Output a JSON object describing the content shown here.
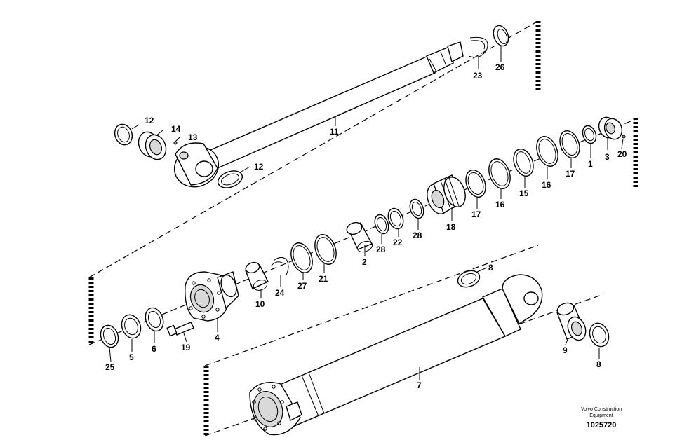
{
  "diagram": {
    "labels": [
      "1",
      "2",
      "3",
      "4",
      "5",
      "6",
      "7",
      "8",
      "8",
      "9",
      "10",
      "11",
      "12",
      "12",
      "13",
      "14",
      "15",
      "16",
      "16",
      "17",
      "17",
      "18",
      "19",
      "20",
      "21",
      "22",
      "23",
      "24",
      "25",
      "26",
      "27",
      "28",
      "28"
    ]
  },
  "stamp": {
    "line1": "Volvo Construction",
    "line2": "Equipment",
    "id": "1025720"
  }
}
